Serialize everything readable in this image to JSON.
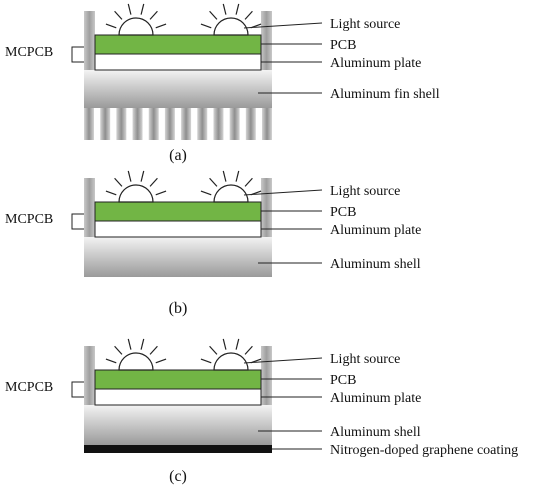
{
  "panels": [
    {
      "id": "a",
      "caption": "(a)",
      "mcpcb_label": "MCPCB",
      "labels": {
        "light_source": "Light source",
        "pcb": "PCB",
        "aluminum_plate": "Aluminum plate",
        "shell": "Aluminum fin shell"
      },
      "has_fins": true,
      "has_coating": false
    },
    {
      "id": "b",
      "caption": "(b)",
      "mcpcb_label": "MCPCB",
      "labels": {
        "light_source": "Light source",
        "pcb": "PCB",
        "aluminum_plate": "Aluminum plate",
        "shell": "Aluminum shell"
      },
      "has_fins": false,
      "has_coating": false
    },
    {
      "id": "c",
      "caption": "(c)",
      "mcpcb_label": "MCPCB",
      "labels": {
        "light_source": "Light source",
        "pcb": "PCB",
        "aluminum_plate": "Aluminum plate",
        "shell": "Aluminum shell",
        "coating": "Nitrogen-doped graphene coating"
      },
      "has_fins": false,
      "has_coating": true
    }
  ],
  "colors": {
    "pcb_green": "#72b545",
    "plate_white": "#ffffff",
    "coating_black": "#111111",
    "shell_light": "#f2f2f2",
    "shell_dark": "#9b9b9b"
  }
}
